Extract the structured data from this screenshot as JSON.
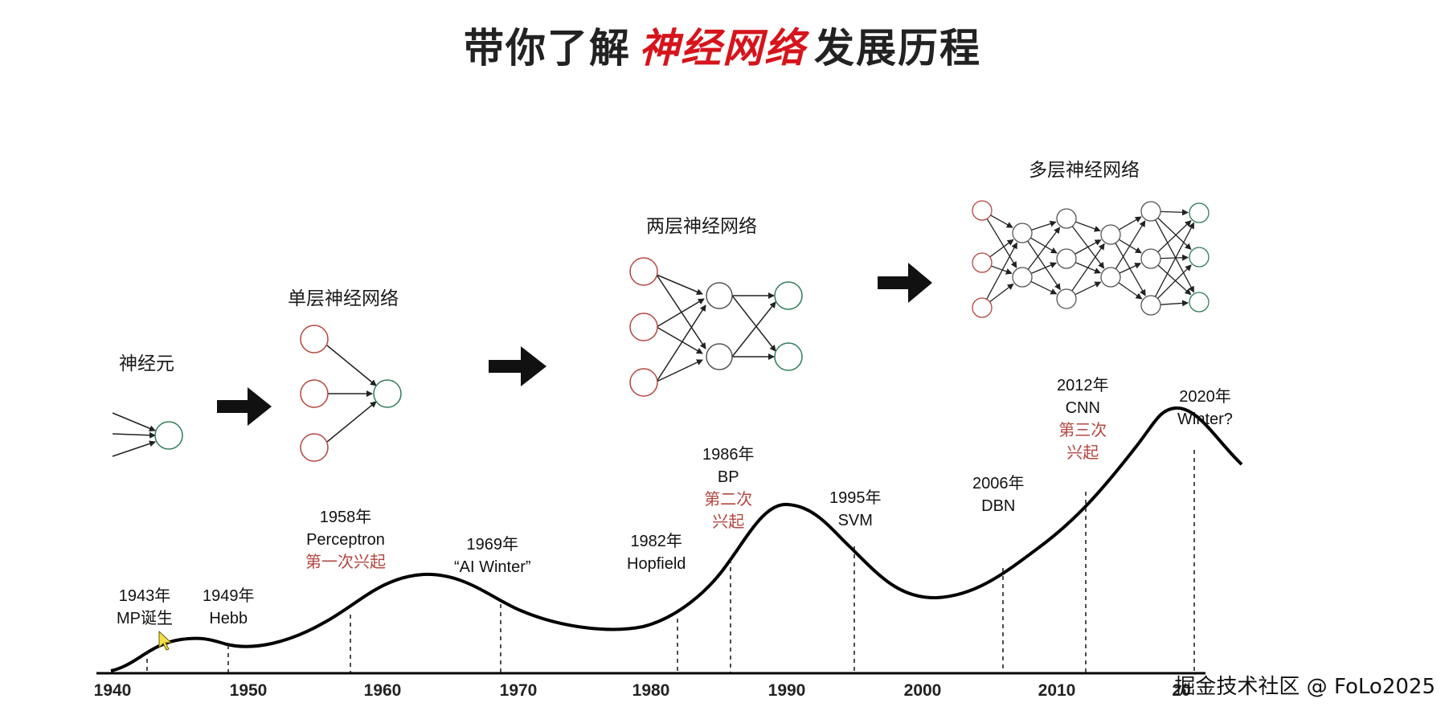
{
  "title": {
    "before": "带你了解",
    "highlight": "神经网络",
    "after": "发展历程"
  },
  "stages": {
    "neuron": "神经元",
    "single_layer": "单层神经网络",
    "two_layer": "两层神经网络",
    "multi_layer": "多层神经网络"
  },
  "events": [
    {
      "year": "1943年",
      "name": "MP诞生",
      "note": ""
    },
    {
      "year": "1949年",
      "name": "Hebb",
      "note": ""
    },
    {
      "year": "1958年",
      "name": "Perceptron",
      "note": "第一次兴起"
    },
    {
      "year": "1969年",
      "name": "“AI Winter”",
      "note": ""
    },
    {
      "year": "1982年",
      "name": "Hopfield",
      "note": ""
    },
    {
      "year": "1986年",
      "name": "BP",
      "note_lines": [
        "第二次",
        "兴起"
      ]
    },
    {
      "year": "1995年",
      "name": "SVM",
      "note": ""
    },
    {
      "year": "2006年",
      "name": "DBN",
      "note": ""
    },
    {
      "year": "2012年",
      "name": "CNN",
      "note_lines": [
        "第三次",
        "兴起"
      ]
    },
    {
      "year": "2020年",
      "name": "Winter?",
      "note": ""
    }
  ],
  "axis": {
    "ticks": [
      "1940",
      "1950",
      "1960",
      "1970",
      "1980",
      "1990",
      "2000",
      "2010",
      "20"
    ]
  },
  "watermark": "掘金技术社区 @ FoLo2025",
  "colors": {
    "title_highlight": "#d6141c",
    "input_node": "#b4463f",
    "output_node": "#2e7d57",
    "note": "#b4463f"
  }
}
